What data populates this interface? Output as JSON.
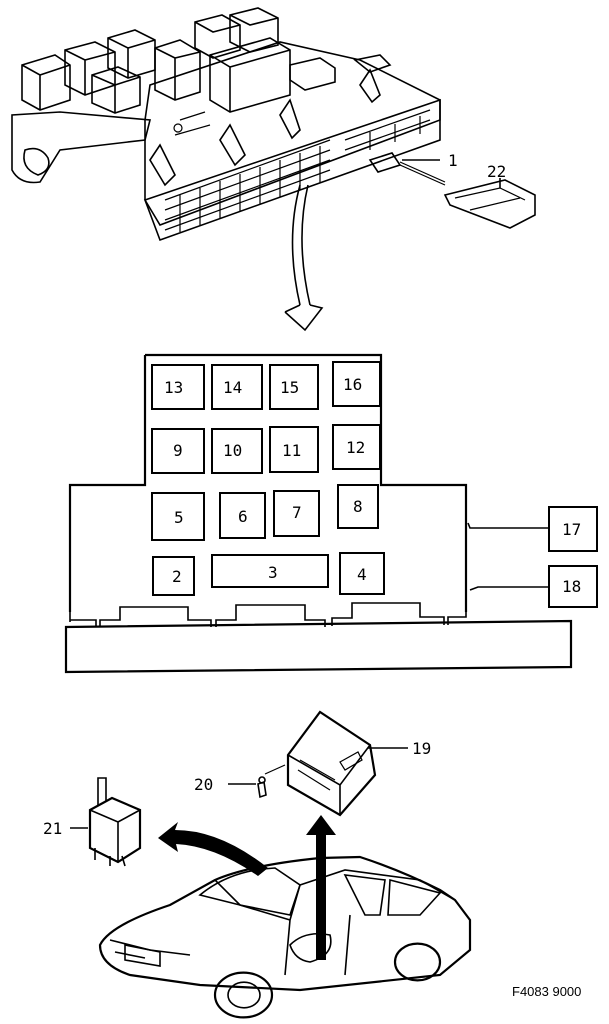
{
  "callouts": {
    "relay_1": "1",
    "fuse_22": "22",
    "relay_19": "19",
    "screw_20": "20",
    "relay_21": "21"
  },
  "relay_slots": [
    {
      "id": "slot-13",
      "label": "13"
    },
    {
      "id": "slot-14",
      "label": "14"
    },
    {
      "id": "slot-15",
      "label": "15"
    },
    {
      "id": "slot-16",
      "label": "16"
    },
    {
      "id": "slot-9",
      "label": "9"
    },
    {
      "id": "slot-10",
      "label": "10"
    },
    {
      "id": "slot-11",
      "label": "11"
    },
    {
      "id": "slot-12",
      "label": "12"
    },
    {
      "id": "slot-5",
      "label": "5"
    },
    {
      "id": "slot-6",
      "label": "6"
    },
    {
      "id": "slot-7",
      "label": "7"
    },
    {
      "id": "slot-8",
      "label": "8"
    },
    {
      "id": "slot-2",
      "label": "2"
    },
    {
      "id": "slot-3",
      "label": "3"
    },
    {
      "id": "slot-4",
      "label": "4"
    }
  ],
  "external_slots": [
    {
      "id": "slot-17",
      "label": "17"
    },
    {
      "id": "slot-18",
      "label": "18"
    }
  ],
  "figure_code": "F4083 9000"
}
